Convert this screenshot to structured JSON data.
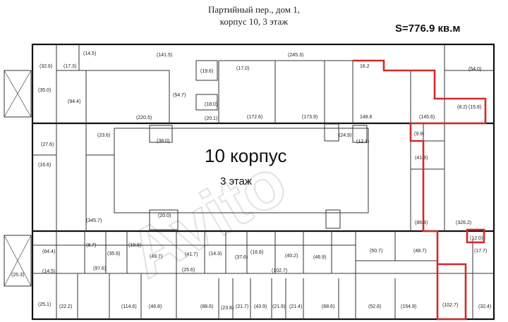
{
  "header": {
    "line1": "Партийный пер., дом 1,",
    "line2": "корпус 10, 3 этаж",
    "total_area": "S=776.9 кв.м"
  },
  "plan": {
    "building_label": "10 корпус",
    "floor_label": "3 этаж",
    "watermark": "Avito",
    "highlight_color": "#d12a2a",
    "rooms": [
      {
        "label": "(14.5)"
      },
      {
        "label": "(32.6)"
      },
      {
        "label": "(17.3)"
      },
      {
        "label": "(35.0)"
      },
      {
        "label": "(94.4)"
      },
      {
        "label": "(141.5)"
      },
      {
        "label": "(19.6)"
      },
      {
        "label": "(17.0)"
      },
      {
        "label": "(245.3)"
      },
      {
        "label": "16.2"
      },
      {
        "label": "(54.0)"
      },
      {
        "label": "(54.7)"
      },
      {
        "label": "(18.0)"
      },
      {
        "label": "(20.1)"
      },
      {
        "label": "(220.5)"
      },
      {
        "label": "(172.6)"
      },
      {
        "label": "(173.9)"
      },
      {
        "label": "148.6"
      },
      {
        "label": "(145.6)"
      },
      {
        "label": "(8.2)"
      },
      {
        "label": "(15.8)"
      },
      {
        "label": "(23.6)"
      },
      {
        "label": "(38.0)"
      },
      {
        "label": "(24.9)"
      },
      {
        "label": "(12.1)"
      },
      {
        "label": "(9.9)"
      },
      {
        "label": "(27.6)"
      },
      {
        "label": "(16.6)"
      },
      {
        "label": "(41.3)"
      },
      {
        "label": "(345.7)"
      },
      {
        "label": "(20.0)"
      },
      {
        "label": "(86.8)"
      },
      {
        "label": "(326.2)"
      },
      {
        "label": "(64.4)"
      },
      {
        "label": "(8.7)"
      },
      {
        "label": "(35.9)"
      },
      {
        "label": "(19.8)"
      },
      {
        "label": "(49.7)"
      },
      {
        "label": "(41.7)"
      },
      {
        "label": "(14.3)"
      },
      {
        "label": "(37.6)"
      },
      {
        "label": "(16.8)"
      },
      {
        "label": "(40.2)"
      },
      {
        "label": "(46.9)"
      },
      {
        "label": "(50.7)"
      },
      {
        "label": "(48.7)"
      },
      {
        "label": "(17.7)"
      },
      {
        "label": "(25.3)"
      },
      {
        "label": "(14.5)"
      },
      {
        "label": "(97.6)"
      },
      {
        "label": "(25.6)"
      },
      {
        "label": "(102.7)"
      },
      {
        "label": "(25.1)"
      },
      {
        "label": "(22.2)"
      },
      {
        "label": "(114.6)"
      },
      {
        "label": "(46.8)"
      },
      {
        "label": "(88.6)"
      },
      {
        "label": "(23.8)"
      },
      {
        "label": "(21.7)"
      },
      {
        "label": "(43.9)"
      },
      {
        "label": "(21.9)"
      },
      {
        "label": "(21.4)"
      },
      {
        "label": "(68.6)"
      },
      {
        "label": "(52.8)"
      },
      {
        "label": "(154.9)"
      },
      {
        "label": "(102.7)"
      },
      {
        "label": "(32.4)"
      },
      {
        "label": "(12.0)"
      }
    ]
  }
}
